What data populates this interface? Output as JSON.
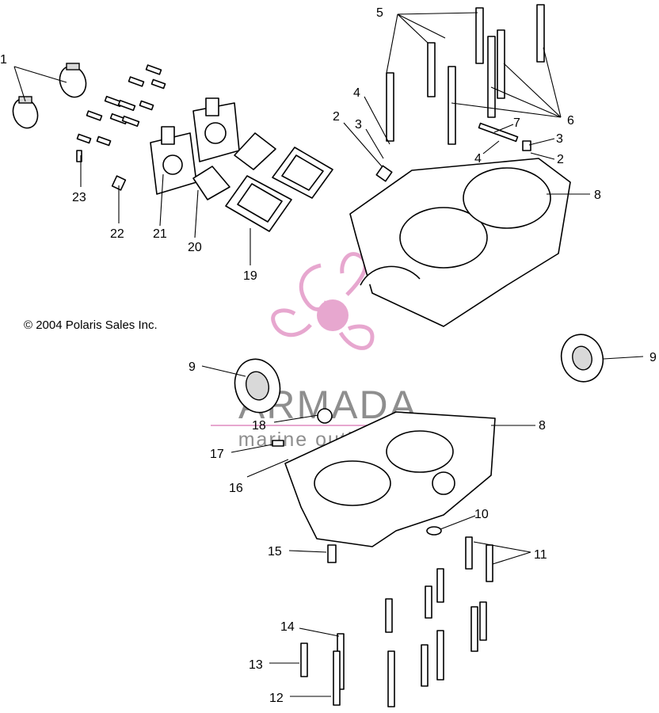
{
  "copyright": "© 2004 Polaris Sales Inc.",
  "watermark": {
    "brand": "ARMADA",
    "tagline": "marine outboards",
    "logo_color": "#e7a7cf",
    "text_color": "#8e8e8e"
  },
  "callouts": {
    "c1": "1",
    "c2a": "2",
    "c2b": "2",
    "c3a": "3",
    "c3b": "3",
    "c4a": "4",
    "c4b": "4",
    "c5": "5",
    "c6": "6",
    "c7": "7",
    "c8a": "8",
    "c8b": "8",
    "c9a": "9",
    "c9b": "9",
    "c10": "10",
    "c11": "11",
    "c12": "12",
    "c13": "13",
    "c14": "14",
    "c15": "15",
    "c16": "16",
    "c17": "17",
    "c18": "18",
    "c19": "19",
    "c20": "20",
    "c21": "21",
    "c22": "22",
    "c23": "23"
  }
}
